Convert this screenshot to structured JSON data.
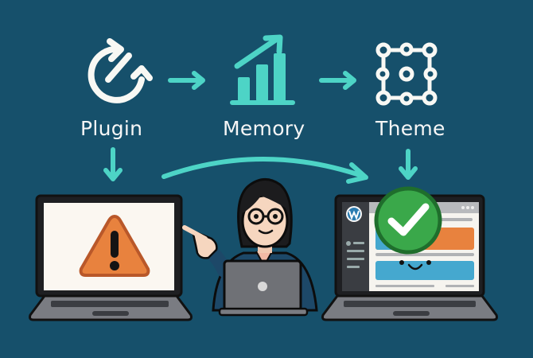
{
  "colors": {
    "background": "#16506b",
    "accent_teal": "#4dd4c6",
    "icon_white": "#f8f8f4",
    "warning_orange": "#e8823e",
    "success_green": "#3aa84a",
    "laptop_gray": "#6b6d72",
    "wp_blue": "#2a7bb0"
  },
  "steps": [
    {
      "label": "Plugin",
      "icon": "refresh-arrows-icon"
    },
    {
      "label": "Memory",
      "icon": "bar-chart-growth-icon"
    },
    {
      "label": "Theme",
      "icon": "theme-nodes-icon"
    }
  ],
  "left_laptop": {
    "screen_icon": "warning-triangle-icon"
  },
  "center_person": {
    "description": "woman with glasses pointing at left laptop, using a laptop"
  },
  "right_laptop": {
    "screen_icon": "check-circle-icon",
    "site_logo": "wordpress-logo-icon",
    "face": "smiley-face-icon"
  }
}
